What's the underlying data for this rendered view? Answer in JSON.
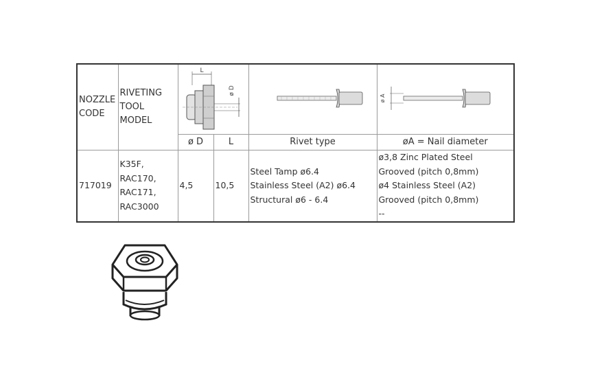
{
  "table": {
    "headers": {
      "nozzle_code": "NOZZLE\nCODE",
      "riveting_tool_model": "RIVETING\nTOOL\nMODEL",
      "d_label": "ø D",
      "l_label": "L",
      "rivet_type": "Rivet type",
      "nail_diameter": "øA = Nail diameter"
    },
    "diagram_labels": {
      "nozzle_L": "L",
      "nozzle_D": "ø D",
      "nail_A": "ø A"
    },
    "row": {
      "code": "717019",
      "models": "K35F,\nRAC170,\nRAC171,\nRAC3000",
      "d": "4,5",
      "l": "10,5",
      "rivet_types": "Steel Tamp ø6.4\nStainless Steel (A2) ø6.4\nStructural ø6 - 6.4",
      "nail_diameters": "ø3,8 Zinc Plated Steel\nGrooved (pitch 0,8mm)\nø4 Stainless Steel (A2)\nGrooved (pitch 0,8mm)\n--"
    }
  },
  "colors": {
    "border": "#333333",
    "grid": "#9a9a9a",
    "text": "#333333"
  }
}
